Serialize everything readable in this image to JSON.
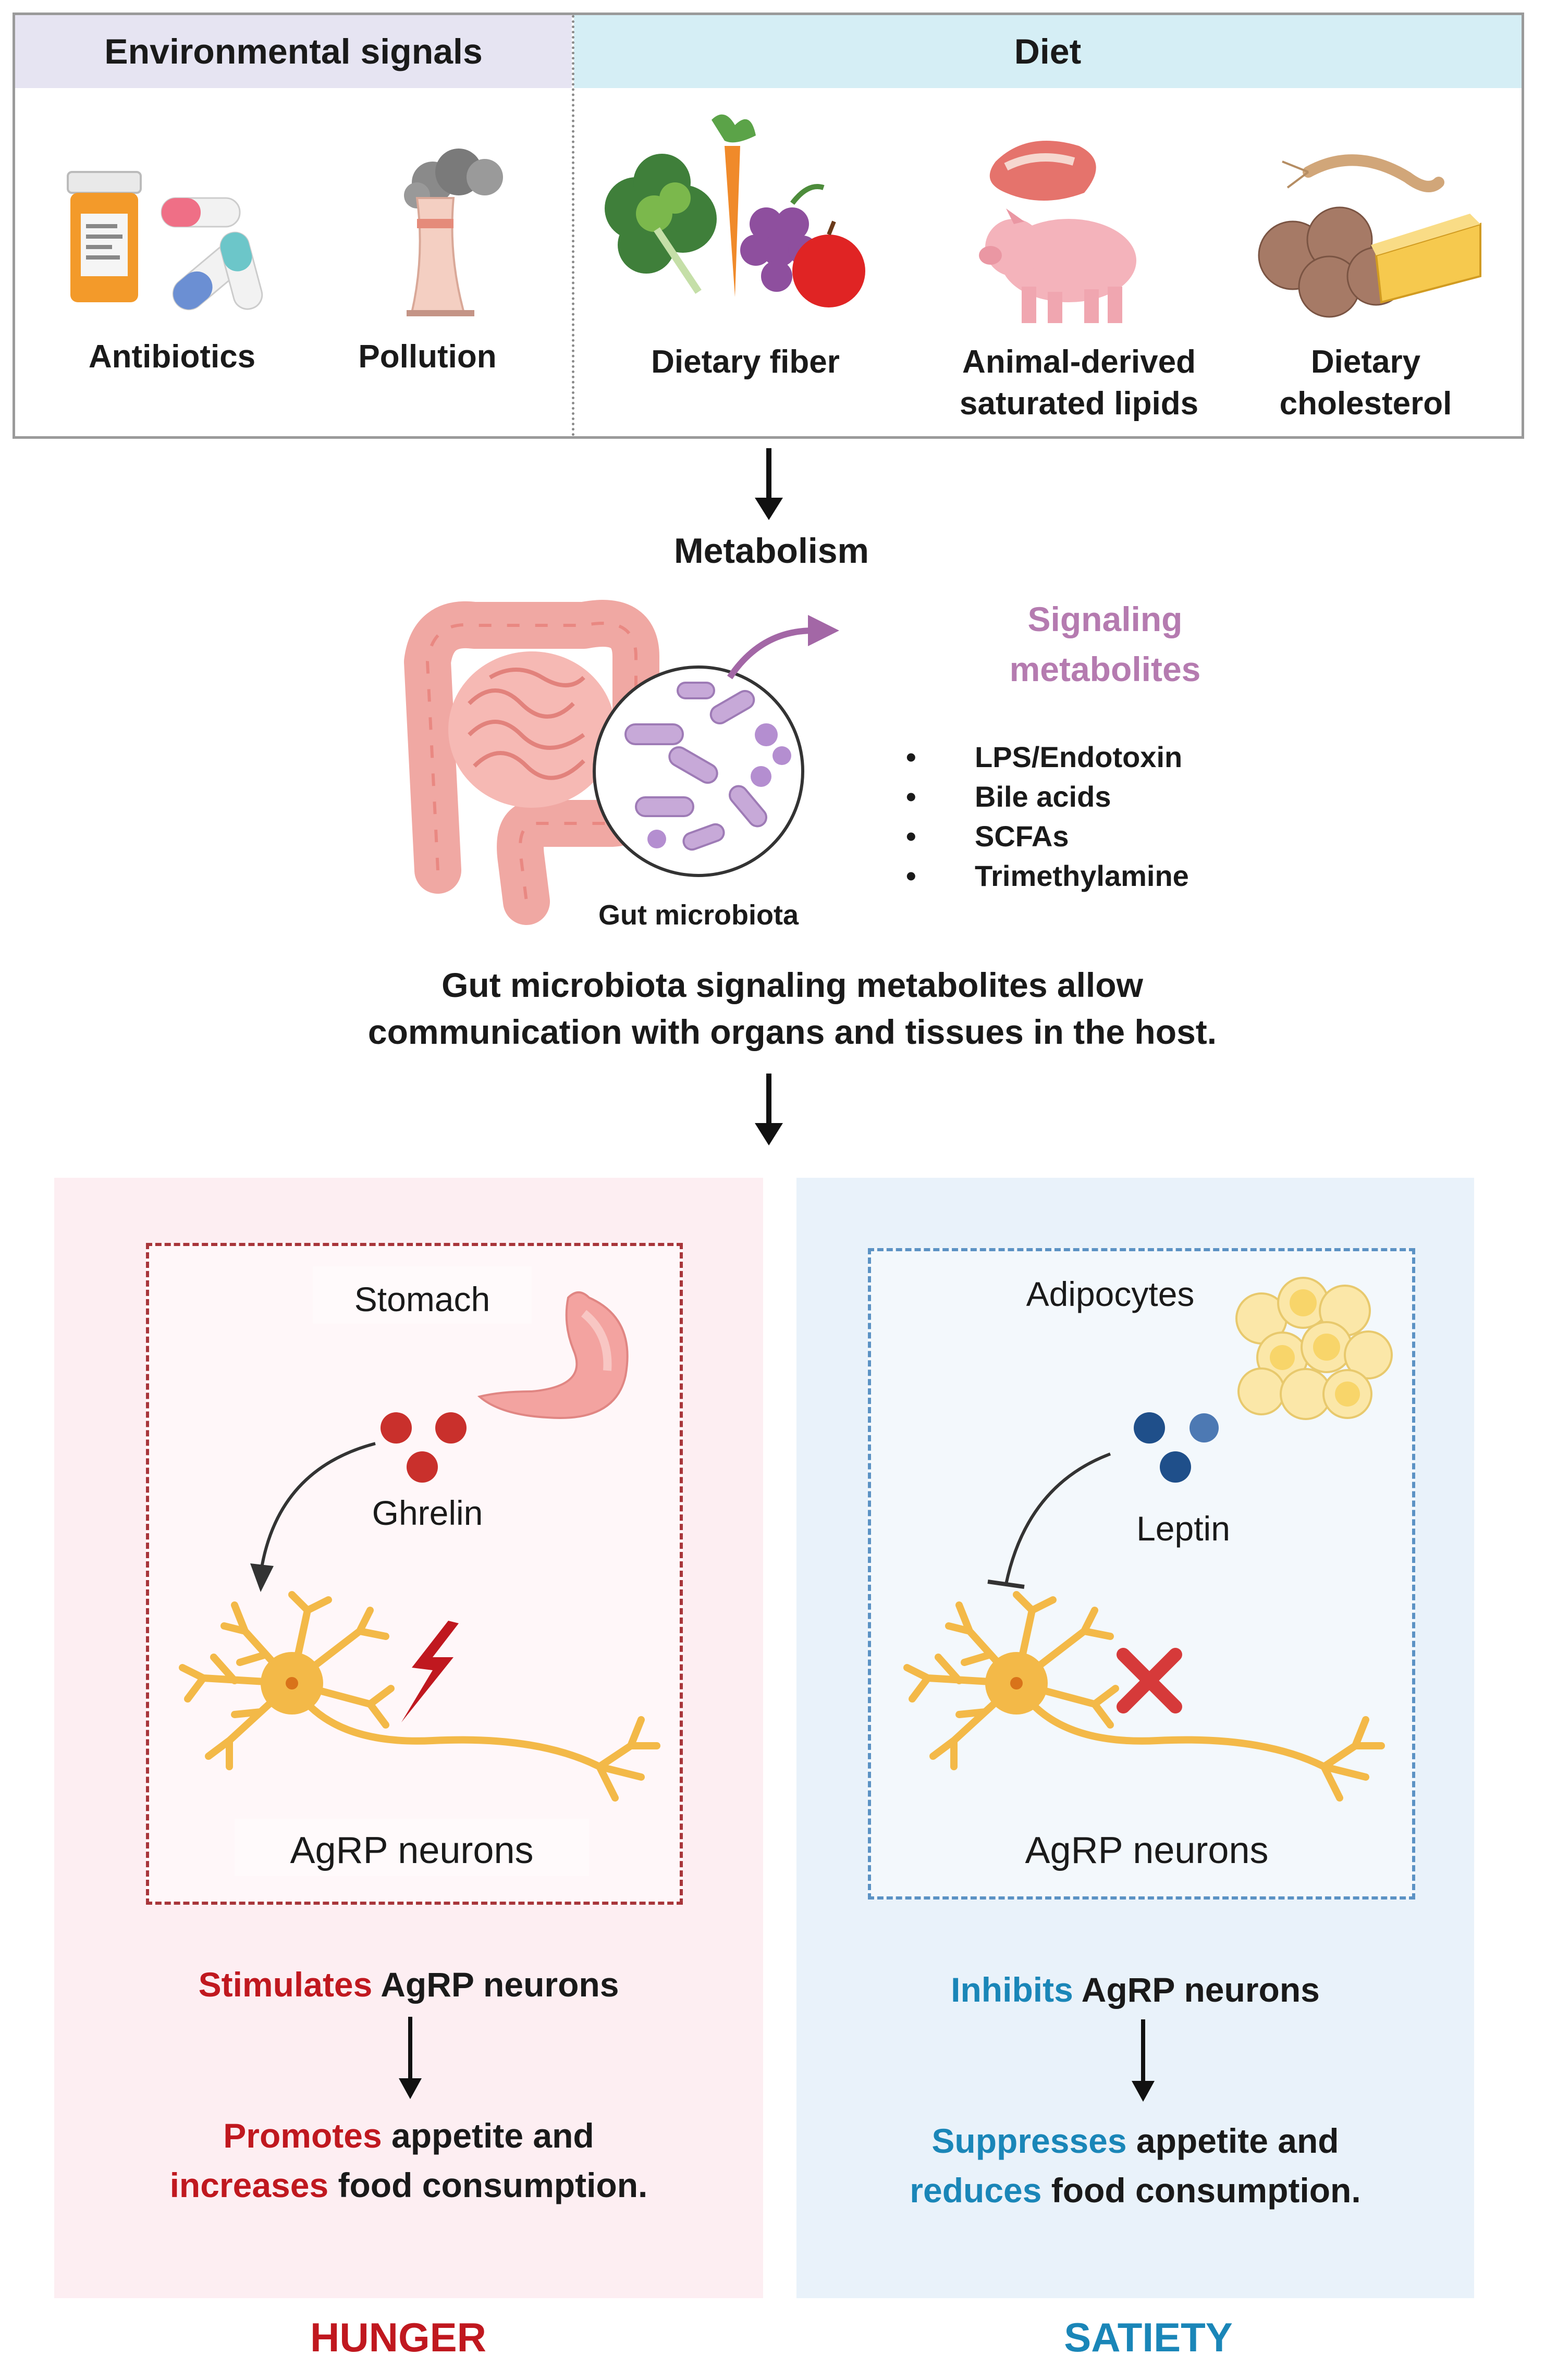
{
  "top_panel": {
    "environmental_header": "Environmental signals",
    "diet_header": "Diet",
    "items": {
      "antibiotics": "Antibiotics",
      "pollution": "Pollution",
      "dietary_fiber": "Dietary fiber",
      "animal_lipids": "Animal-derived\nsaturated lipids",
      "cholesterol": "Dietary\ncholesterol"
    }
  },
  "metabolism": {
    "title": "Metabolism",
    "signaling_title": "Signaling\nmetabolites",
    "metabolites": [
      "LPS/Endotoxin",
      "Bile acids",
      "SCFAs",
      "Trimethylamine"
    ],
    "gut_label": "Gut microbiota",
    "summary": "Gut microbiota signaling metabolites allow\ncommunication with organs and tissues in the host."
  },
  "hunger": {
    "organ": "Stomach",
    "hormone": "Ghrelin",
    "neurons": "AgRP neurons",
    "effect_verb": "Stimulates",
    "effect_rest": " AgRP neurons",
    "outcome_verb1": "Promotes",
    "outcome_rest1": " appetite and",
    "outcome_verb2": "increases",
    "outcome_rest2": " food consumption.",
    "footer": "HUNGER"
  },
  "satiety": {
    "organ": "Adipocytes",
    "hormone": "Leptin",
    "neurons": "AgRP neurons",
    "effect_verb": "Inhibits",
    "effect_rest": " AgRP neurons",
    "outcome_verb1": "Suppresses",
    "outcome_rest1": " appetite and",
    "outcome_verb2": "reduces",
    "outcome_rest2": " food consumption.",
    "footer": "SATIETY"
  },
  "colors": {
    "env_header_bg": "#e6e4f2",
    "diet_header_bg": "#d5eef5",
    "hunger_bg": "#fdeef2",
    "satiety_bg": "#e9f2fa",
    "hunger_accent": "#c0181f",
    "satiety_accent": "#1a86b8",
    "signaling": "#b57bb0",
    "neuron": "#f3b948"
  }
}
